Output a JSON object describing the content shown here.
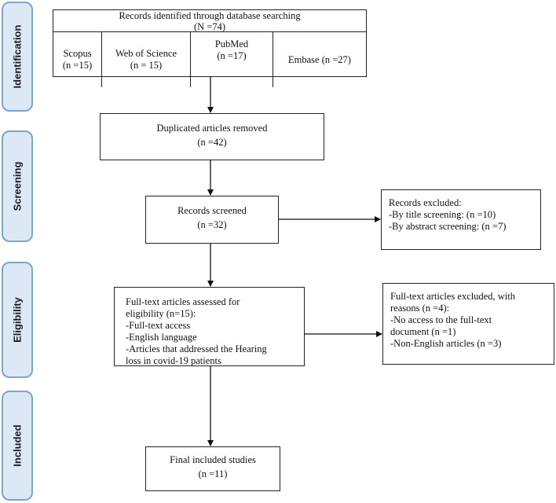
{
  "stages": [
    {
      "id": "identification",
      "label": "Identification"
    },
    {
      "id": "screening",
      "label": "Screening"
    },
    {
      "id": "eligibility",
      "label": "Eligibility"
    },
    {
      "id": "included",
      "label": "Included"
    }
  ],
  "identified": {
    "title": "Records identified through database searching",
    "count": "(N =74)",
    "databases": [
      {
        "name": "Scopus",
        "count": "(n =15)"
      },
      {
        "name": "Web of Science",
        "count": "(n = 15)"
      },
      {
        "name": "PubMed",
        "count": "(n =17)"
      },
      {
        "name": "Embase",
        "count": "(n =27)"
      }
    ]
  },
  "duplicates": {
    "title": "Duplicated articles removed",
    "count": "(n =42)"
  },
  "screened": {
    "title": "Records screened",
    "count": "(n =32)"
  },
  "excluded_records": {
    "lines": [
      "Records excluded:",
      "-By title screening: (n =10)",
      "-By abstract screening: (n =7)"
    ]
  },
  "fulltext_assessed": {
    "lines": [
      "Full-text articles assessed for",
      "eligibility (n=15):",
      "-Full-text access",
      "-English language",
      "-Articles that addressed the Hearing",
      "loss in covid-19 patients"
    ]
  },
  "fulltext_excluded": {
    "lines": [
      "Full-text articles excluded, with",
      "reasons (n =4):",
      "-No access to the full-text",
      "document (n =1)",
      "-Non-English articles (n =3)"
    ]
  },
  "included": {
    "title": "Final included studies",
    "count": "(n =11)"
  }
}
